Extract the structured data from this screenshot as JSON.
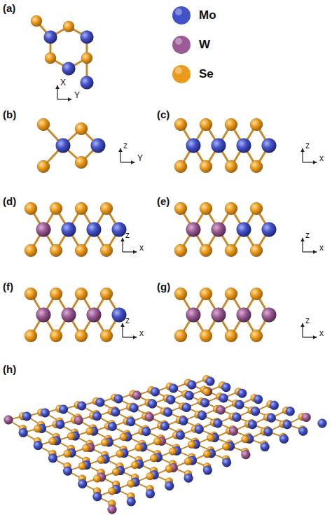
{
  "diagram": {
    "labels": [
      "(a)",
      "X",
      "Y",
      "(b)",
      "z",
      "Y",
      "(c)",
      "z",
      "x",
      "(d)",
      "z",
      "x",
      "(e)",
      "z",
      "x",
      "(f)",
      "z",
      "x",
      "(g)",
      "z",
      "x",
      "(h)"
    ],
    "legend": [
      {
        "text": "Mo",
        "color": "#4452c8"
      },
      {
        "text": "W",
        "color": "#9b5b94"
      },
      {
        "text": "Se",
        "color": "#eb9b1c"
      }
    ]
  }
}
